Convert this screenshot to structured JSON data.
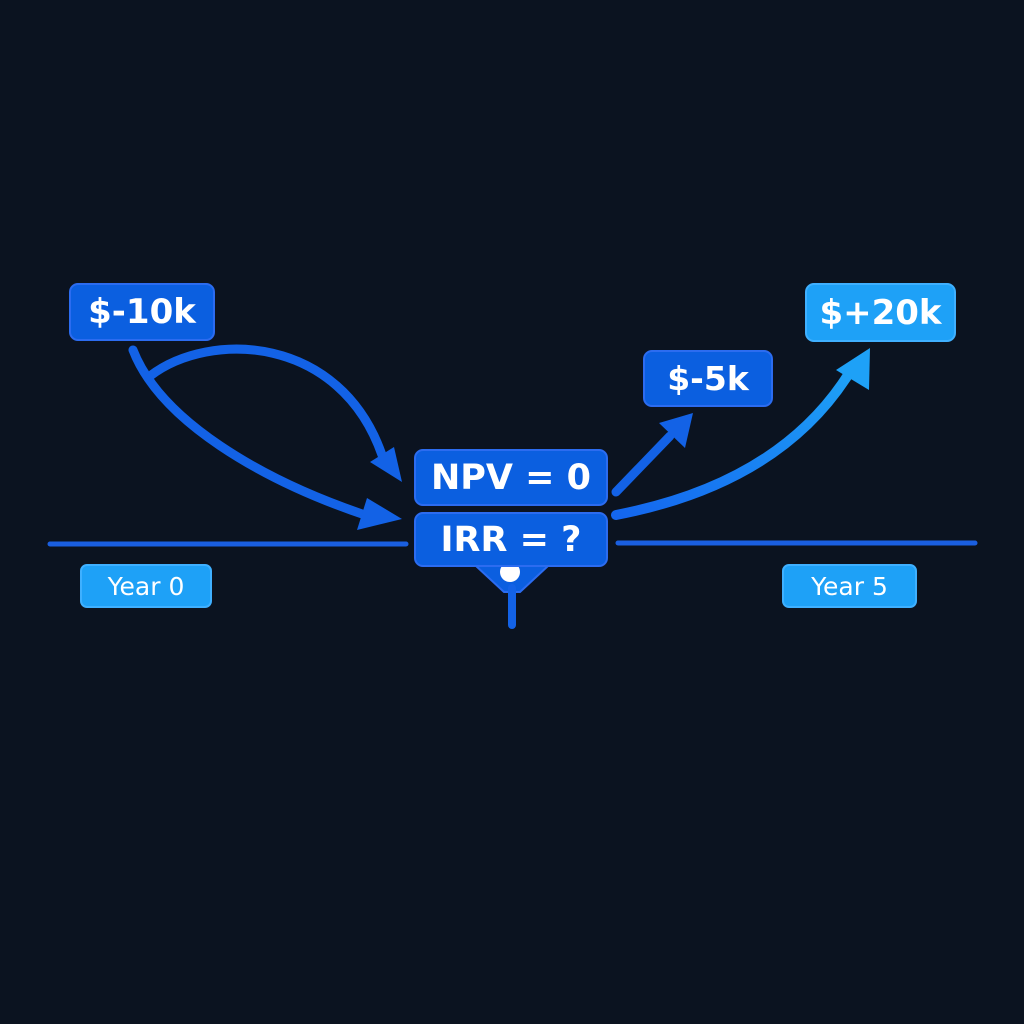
{
  "diagram": {
    "cash_flows": {
      "initial": "$-10k",
      "middle": "$-5k",
      "final": "$+20k"
    },
    "equation": {
      "npv": "NPV = 0",
      "irr": "IRR = ?"
    },
    "timeline": {
      "start": "Year 0",
      "end": "Year 5"
    },
    "colors": {
      "background": "#0b1320",
      "dark_blue": "#0b5fe0",
      "mid_blue": "#1a6ff0",
      "bright_blue": "#1ea1f7",
      "text": "#ffffff"
    }
  }
}
